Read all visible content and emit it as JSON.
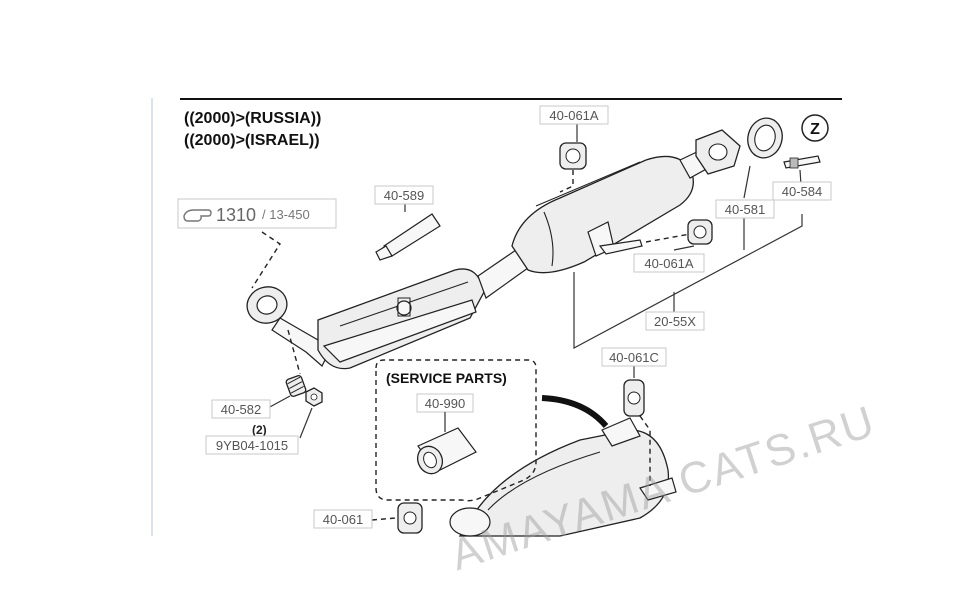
{
  "header": {
    "line1": "((2000)>(RUSSIA))",
    "line2": "((2000)>(ISRAEL))"
  },
  "reference": {
    "main": "1310",
    "sub": "/ 13-450",
    "icon": "pointing-hand-icon"
  },
  "callout": {
    "letter": "Z"
  },
  "service_parts": {
    "title": "(SERVICE PARTS)",
    "part": "40-990"
  },
  "quantity_note": "(2)",
  "part_labels": {
    "p40_061A_top": "40-061A",
    "p40_589": "40-589",
    "p40_584": "40-584",
    "p40_581": "40-581",
    "p40_061A_mid": "40-061A",
    "p20_55X": "20-55X",
    "p40_061C": "40-061C",
    "p40_582": "40-582",
    "p9YB04": "9YB04-1015",
    "p40_061": "40-061"
  },
  "watermark": "AMAYAMA CATS.RU"
}
